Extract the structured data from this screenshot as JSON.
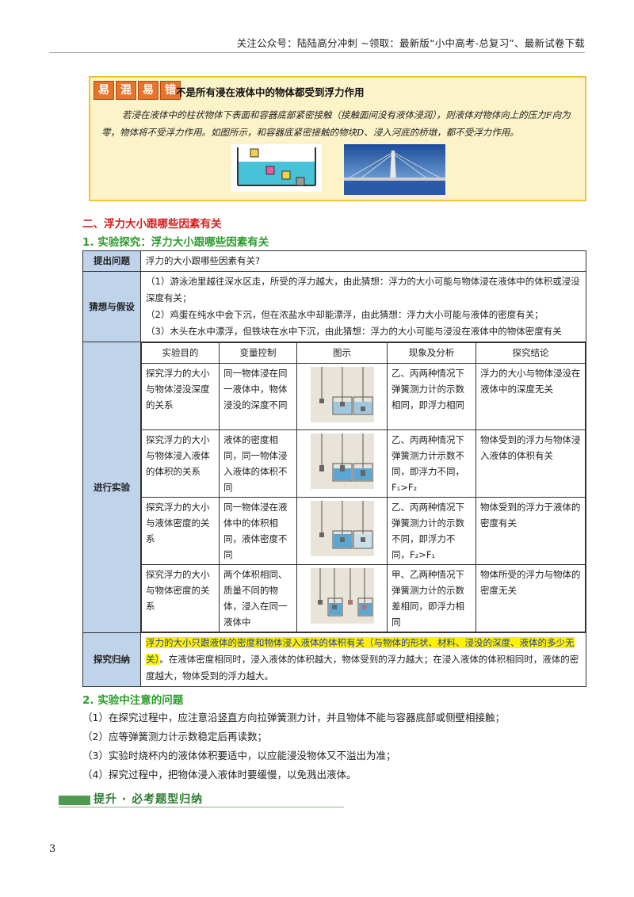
{
  "header": {
    "text": "关注公众号：陆陆高分冲刺  ~领取：最新版“小中高考-总复习”、最新试卷下载"
  },
  "note": {
    "badge": [
      "易",
      "混",
      "易",
      "错"
    ],
    "title": "不是所有浸在液体中的物体都受到浮力作用",
    "body": "若浸在液体中的柱状物体下表面和容器底部紧密接触（接触面间没有液体浸润），则液体对物体向上的压力F向为零，物体将不受浮力作用。如图所示，和容器底紧密接触的物块D、浸入河底的桥墩，都不受浮力作用。"
  },
  "section2": "二、浮力大小跟哪些因素有关",
  "sub1": "1. 实验探究：浮力大小跟哪些因素有关",
  "table": {
    "q_label": "提出问题",
    "q_text": "浮力的大小跟哪些因素有关?",
    "hyp_label": "猜想与假设",
    "hyp": [
      "（1）游泳池里越往深水区走，所受的浮力越大，由此猜想：浮力的大小可能与物体浸在液体中的体积或浸没深度有关；",
      "（2）鸡蛋在纯水中会下沉，但在浓盐水中却能漂浮，由此猜想：浮力大小可能与液体的密度有关；",
      "（3）木头在水中漂浮，但铁块在水中下沉，由此猜想：浮力的大小可能与浸没在液体中的物体密度有关"
    ],
    "exp_label": "进行实验",
    "exp_headers": [
      "实验目的",
      "变量控制",
      "图示",
      "现象及分析",
      "探究结论"
    ],
    "exp_rows": [
      {
        "purpose": "探究浮力的大小与物体浸没深度的关系",
        "control": "同一物体浸在同一液体中，物体浸没的深度不同",
        "phen": "乙、丙两种情况下弹簧测力计的示数相同，即浮力相同",
        "concl": "浮力的大小与物体浸没在液体中的深度无关"
      },
      {
        "purpose": "探究浮力的大小与物体浸入液体的体积的关系",
        "control": "液体的密度相同，同一物体浸入液体的体积不同",
        "phen": "乙、丙两种情况下弹簧测力计示数不同，即浮力不同，F₁>F₂",
        "concl": "物体受到的浮力与物体浸入液体的体积有关"
      },
      {
        "purpose": "探究浮力的大小与液体密度的关系",
        "control": "同一物体浸在液体中的体积相同，液体密度不同",
        "phen": "乙、丙两种情况下弹簧测力计的示数不同，即浮力不同，F₂>F₁",
        "concl": "物体受到的浮力于液体的密度有关"
      },
      {
        "purpose": "探究浮力的大小与物体密度的关系",
        "control": "两个体积相同、质量不同的物体，浸入在同一液体中",
        "phen": "甲、乙两种情况下弹簧测力计的示数差相同，即浮力相同",
        "concl": "物体所受的浮力与物体的密度无关"
      }
    ],
    "sum_label": "探究归纳",
    "sum_highlight": "浮力的大小只跟液体的密度和物体浸入液体的体积有关（与物体的形状、材料、浸没的深度、液体的多少无关）",
    "sum_rest": "。在液体密度相同时，浸入液体的体积越大，物体受到的浮力越大；在浸入液体的体积相同时，液体的密度越大，物体受到的浮力越大。"
  },
  "sub2": "2. 实验中注意的问题",
  "notes": [
    "（1）在探究过程中，应注意沿竖直方向拉弹簧测力计，并且物体不能与容器底部或侧壁相接触；",
    "（2）应等弹簧测力计示数稳定后再读数；",
    "（3）实验时烧杯内的液体体积要适中，以应能浸没物体又不溢出为准；",
    "（4）探究过程中，把物体浸入液体时要缓慢，以免溅出液体。"
  ],
  "banner": "提升 · 必考题型归纳",
  "page_number": "3"
}
